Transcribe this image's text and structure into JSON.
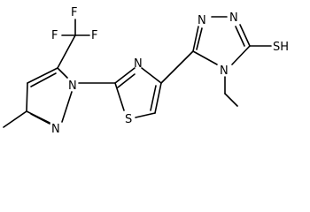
{
  "structure": {
    "atoms": {
      "f_top": "F",
      "f_right": "F",
      "f_left": "F",
      "pyrazole_n1": "N",
      "pyrazole_n2": "N",
      "thiazole_n": "N",
      "thiazole_s": "S",
      "triazole_n1": "N",
      "triazole_n2": "N",
      "triazole_n4": "N",
      "thiol": "SH"
    }
  }
}
